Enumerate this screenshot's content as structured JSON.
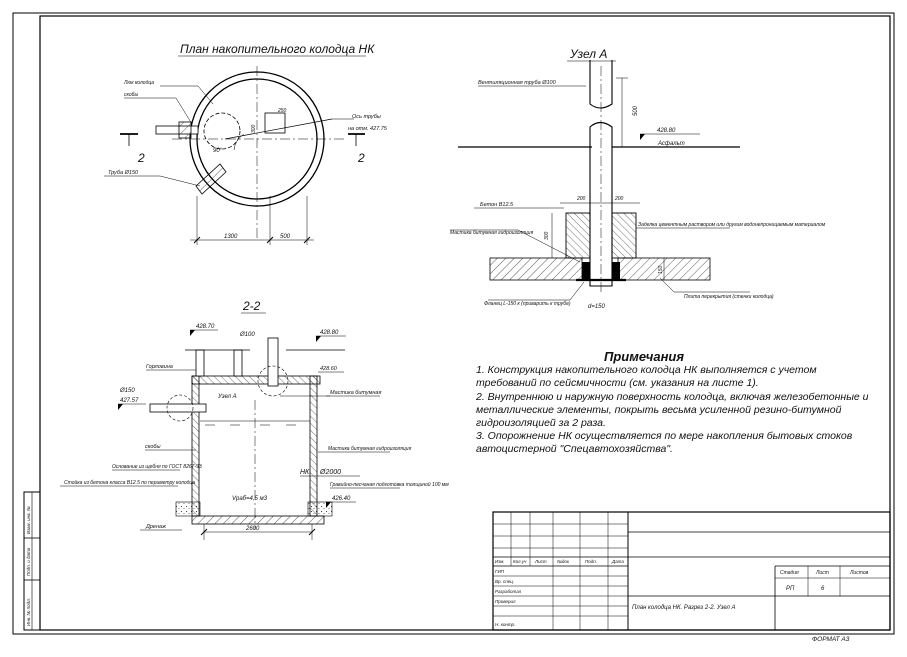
{
  "titles": {
    "plan": "План накопительного колодца НК",
    "node": "Узел А",
    "section": "2-2"
  },
  "plan": {
    "labels": {
      "hatch": "Люк колодца",
      "bracket": "скобы",
      "pipe_out": "Труба Ø150",
      "axis_pipe": "Ось трубы",
      "axis_elev": "на отм. 427.75",
      "section_left": "2",
      "section_right": "2",
      "angle": "90°",
      "dim_inner": "250",
      "dim_inner2": "300",
      "dim_1": "1300",
      "dim_2": "500"
    }
  },
  "node": {
    "labels": {
      "vent_pipe": "Вентиляционная труба Ø100",
      "height": "500",
      "ground_elev": "428.80",
      "asphalt": "Асфальт",
      "beton_top_dim": "200",
      "beton_w1": "200",
      "beton": "Бетон В12.5",
      "bitum": "Мастика битумная гидроизоляция",
      "side_dim": "300",
      "seal": "Заделка цементным раствором или другим водонепроницаемым материалом",
      "slab_dim": "150",
      "slab": "Плита перекрытия (стенки колодца)",
      "flange": "Фланец L-150 к (приварить к трубе)",
      "pipe_dia": "d=150"
    }
  },
  "section": {
    "labels": {
      "elev_top": "428.70",
      "pipe_top": "Ø100",
      "elev_right": "428.80",
      "hatch": "Горловина",
      "elev_mid": "428.60",
      "node_a": "Узел А",
      "pipe_in": "Ø150",
      "pipe_elev": "427.57",
      "mastic": "Мастика битумная",
      "brackets": "скобы",
      "kerb": "Основание из щебня по ГОСТ 8267-93",
      "base": "Стойка из бетона класса В12.5 по периметру колодца",
      "mastic2": "Мастика битумная гидроизоляция",
      "nk_label": "НК",
      "nk_dia": "Ø2000",
      "gravel": "Гравийно-песчаная подготовка толщиной 100 мм",
      "volume": "Vраб=4,5 м3",
      "elev_bottom": "426.40",
      "drain": "Дренаж",
      "width_dim": "2600"
    }
  },
  "notes": {
    "title": "Примечания",
    "items": [
      "1. Конструкция накопительного колодца НК выполняется с учетом требований по сейсмичности (см. указания на листе 1).",
      "2. Внутреннюю и наружную поверхность колодца, включая железобетонные и металлические элементы, покрыть весьма усиленной резино-битумной гидроизоляцией за 2 раза.",
      "3. Опорожнение НК осуществляется по мере накопления бытовых стоков автоцистерной \"Спецавтохозяйства\"."
    ]
  },
  "stamp": {
    "headers": [
      "Изм.",
      "Кол.уч",
      "Лист",
      "№док",
      "Подп.",
      "Дата"
    ],
    "roles": [
      "ГИП",
      "Вр. спец.",
      "Разработал",
      "Проверил",
      "Н. контр."
    ],
    "stage_label": "Стадия",
    "sheet_label": "Лист",
    "sheets_label": "Листов",
    "stage": "РП",
    "sheet": "6",
    "drawing_title": "План колодца НК. Разрез 2-2. Узел А",
    "format": "ФОРМАТ А3",
    "side_labels": [
      "Взам. инв. №",
      "Подп. и дата",
      "Инв. № подл."
    ]
  }
}
